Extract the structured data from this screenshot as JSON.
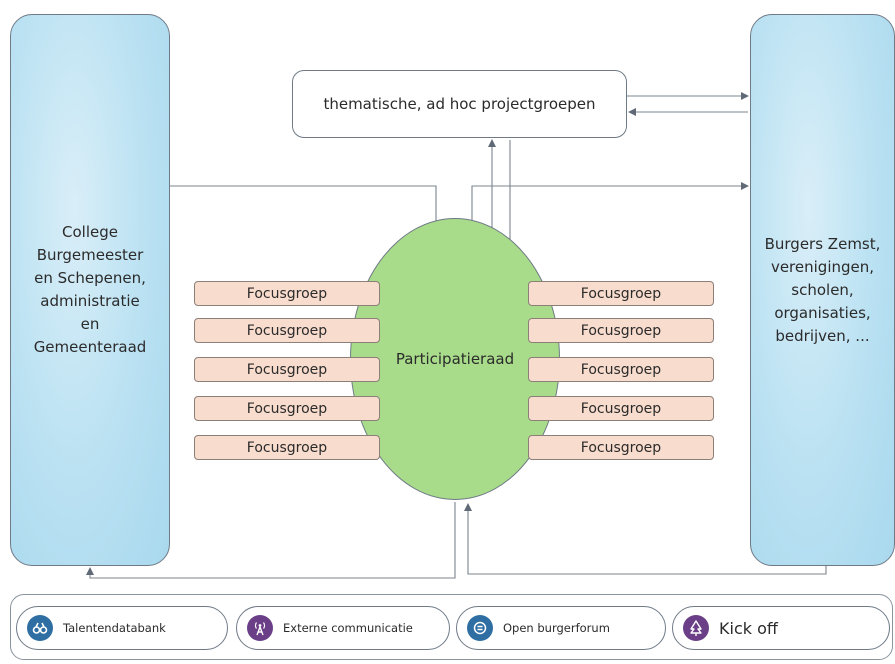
{
  "left_panel": {
    "label": "College\nBurgemeester\nen Schepenen,\nadministratie\nen\nGemeenteraad"
  },
  "right_panel": {
    "label": "Burgers Zemst,\nverenigingen,\nscholen,\norganisaties,\nbedrijven, ..."
  },
  "project_box": {
    "label": "thematische, ad hoc projectgroepen"
  },
  "center": {
    "label": "Participatieraad"
  },
  "focus_groups": {
    "left": [
      "Focusgroep",
      "Focusgroep",
      "Focusgroep",
      "Focusgroep",
      "Focusgroep"
    ],
    "right": [
      "Focusgroep",
      "Focusgroep",
      "Focusgroep",
      "Focusgroep",
      "Focusgroep"
    ]
  },
  "bottom_bar": {
    "items": [
      {
        "label": "Talentendatabank",
        "icon": "binoculars-icon",
        "color": "#2f6ea3"
      },
      {
        "label": "Externe communicatie",
        "icon": "broadcast-icon",
        "color": "#6b3f87"
      },
      {
        "label": "Open burgerforum",
        "icon": "forum-icon",
        "color": "#2f6ea3"
      },
      {
        "label": "Kick off",
        "icon": "tree-icon",
        "color": "#6b3f87"
      }
    ]
  },
  "colors": {
    "panel_blue": "#b9e1f2",
    "center_green": "#a8dc8a",
    "focus_peach": "#f8dccd",
    "line_gray": "#6f7a86"
  }
}
